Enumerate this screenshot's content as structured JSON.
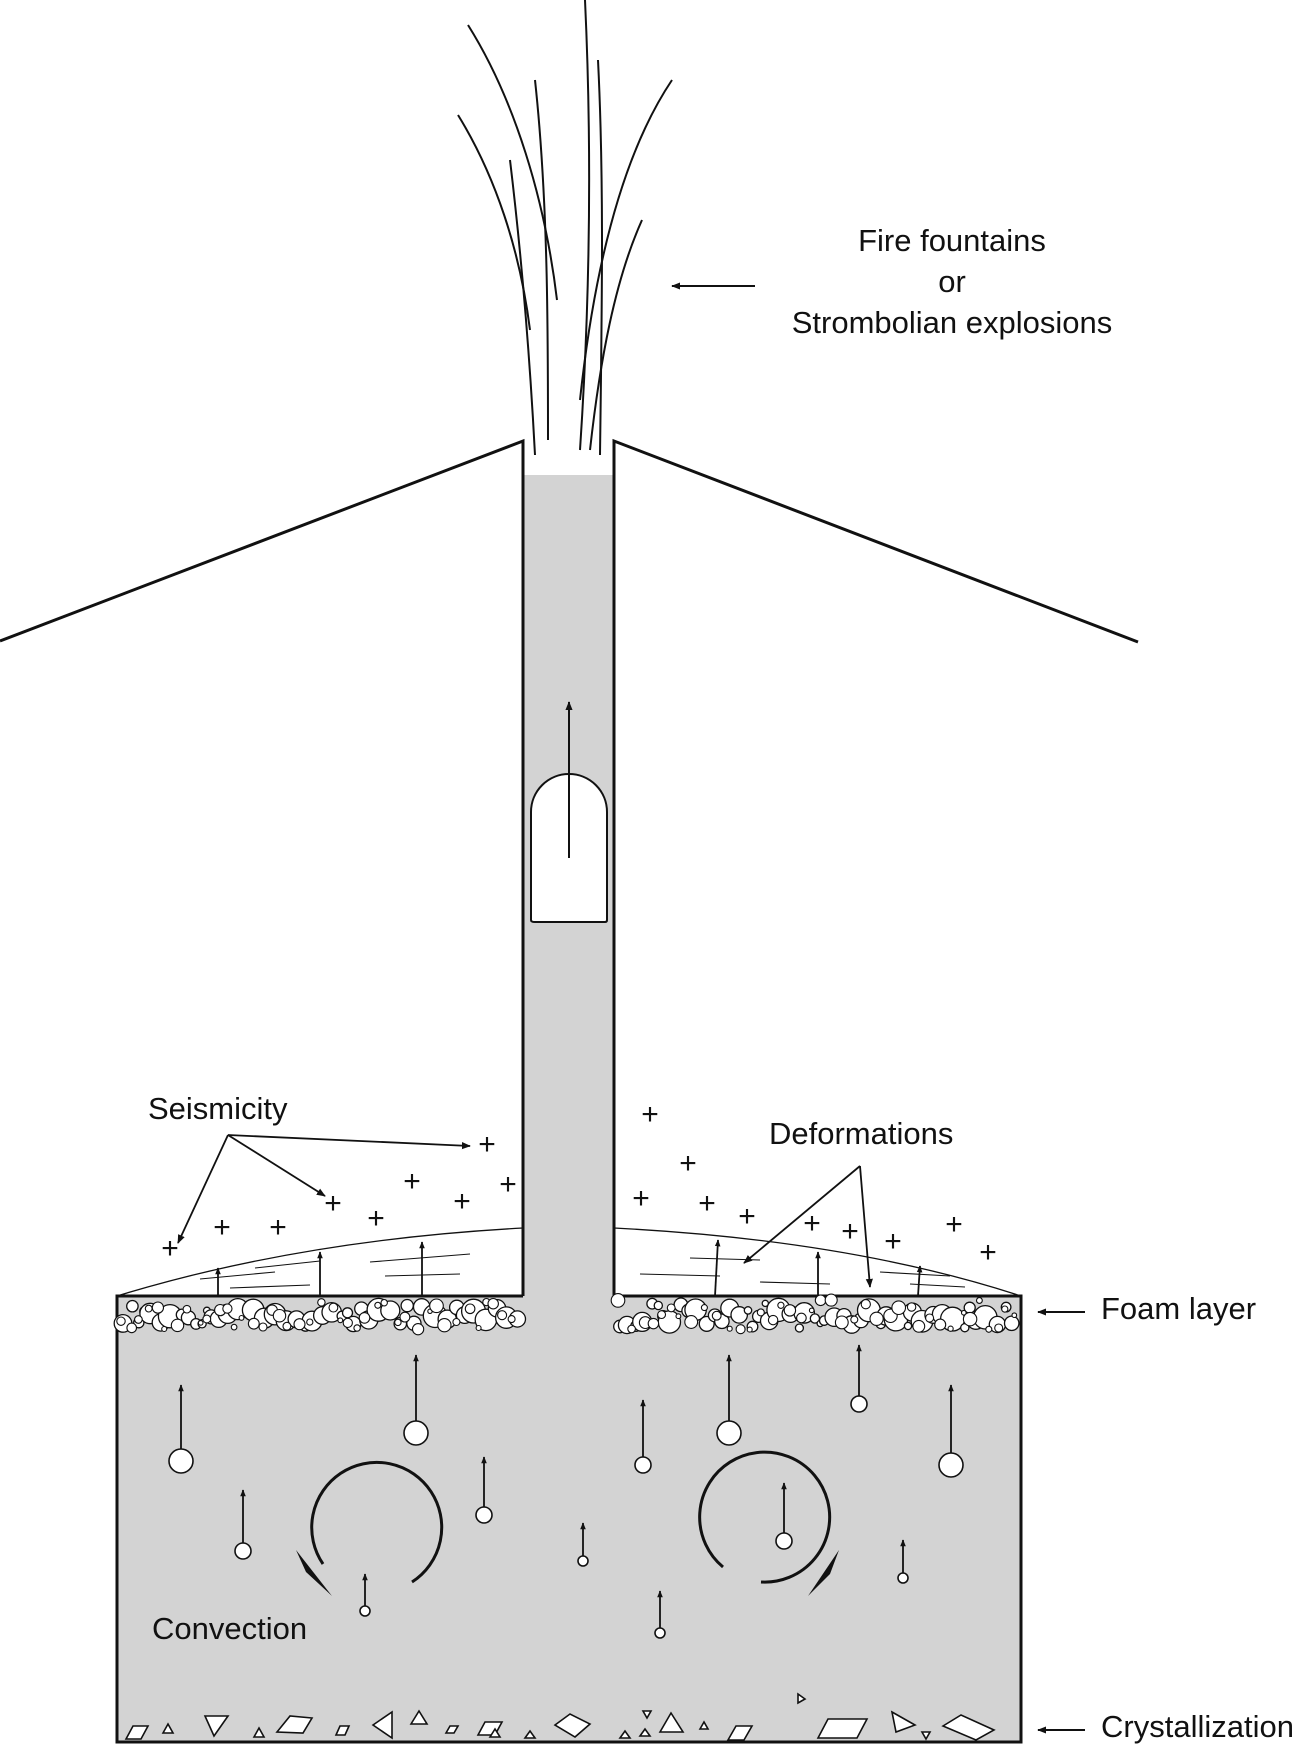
{
  "labels": {
    "fire_line1": "Fire fountains",
    "fire_line2": "or",
    "fire_line3": "Strombolian explosions",
    "seismicity": "Seismicity",
    "deformations": "Deformations",
    "foam_layer": "Foam layer",
    "convection": "Convection",
    "crystallization": "Crystallization"
  },
  "colors": {
    "magma": "#d3d3d3",
    "line": "#111111",
    "background": "#ffffff"
  },
  "symbols": {
    "seismic_event": "+"
  }
}
